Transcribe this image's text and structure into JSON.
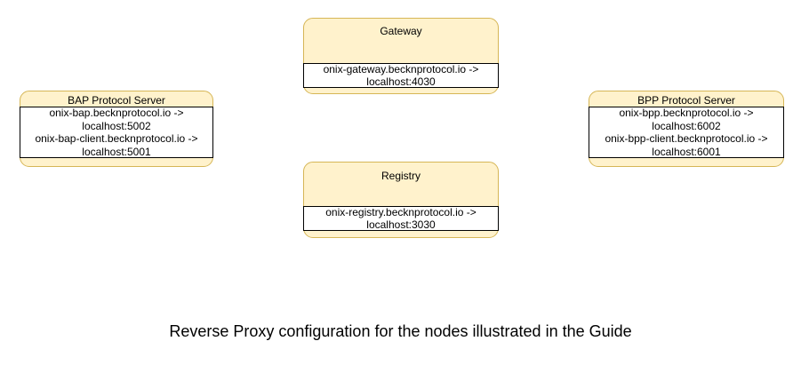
{
  "caption": "Reverse Proxy configuration for the nodes illustrated in the Guide",
  "colors": {
    "node_fill": "#FFF2CC",
    "node_border": "#D6B656",
    "band_bg": "#FFFFFF",
    "band_border": "#000000",
    "text": "#000000",
    "bg": "#FFFFFF"
  },
  "nodes": {
    "gateway": {
      "title": "Gateway",
      "lines": [
        "onix-gateway.becknprotocol.io ->",
        "localhost:4030"
      ]
    },
    "bap": {
      "title": "BAP Protocol Server",
      "lines": [
        "onix-bap.becknprotocol.io ->",
        "localhost:5002",
        "onix-bap-client.becknprotocol.io ->",
        "localhost:5001"
      ]
    },
    "bpp": {
      "title": "BPP Protocol Server",
      "lines": [
        "onix-bpp.becknprotocol.io ->",
        "localhost:6002",
        "onix-bpp-client.becknprotocol.io ->",
        "localhost:6001"
      ]
    },
    "registry": {
      "title": "Registry",
      "lines": [
        "onix-registry.becknprotocol.io ->",
        "localhost:3030"
      ]
    }
  }
}
